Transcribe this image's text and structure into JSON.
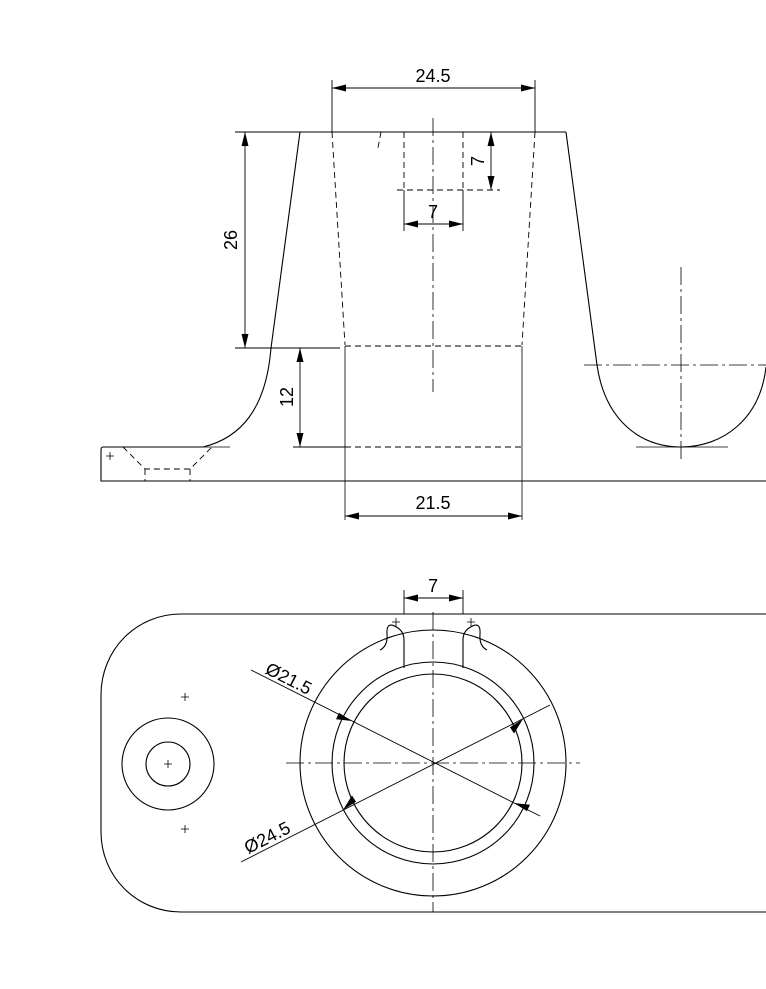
{
  "front_view": {
    "dim_top_width": "24.5",
    "dim_slot_depth": "7",
    "dim_slot_width": "7",
    "dim_cone_height": "26",
    "dim_base_height": "12",
    "dim_bore_width": "21.5"
  },
  "top_view": {
    "dim_slot_width": "7",
    "dim_inner_diameter": "Ø21.5",
    "dim_outer_diameter": "Ø24.5"
  }
}
